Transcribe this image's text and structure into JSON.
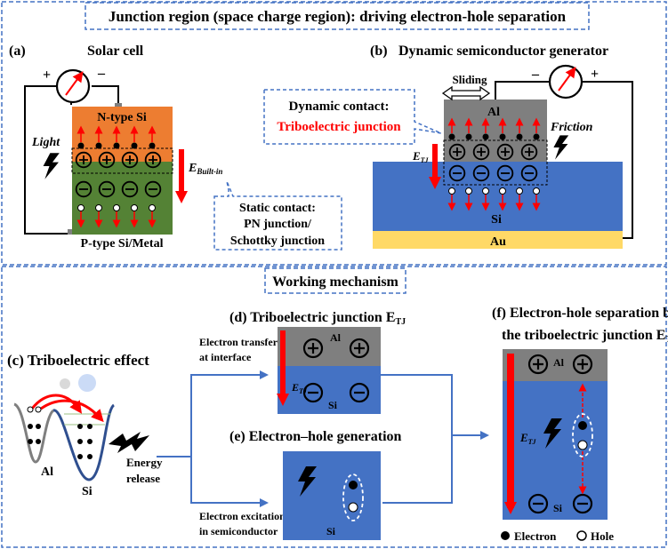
{
  "top_title": "Junction region (space charge region): driving electron-hole separation",
  "bottom_title": "Working mechanism",
  "panel_a": {
    "tag": "(a)",
    "title": "Solar cell",
    "n_layer": "N-type Si",
    "p_layer": "P-type Si/Metal",
    "light_label": "Light",
    "field_label": "E",
    "field_sub": "Built-in",
    "meter_plus": "+",
    "meter_minus": "–"
  },
  "static_callout": {
    "line1": "Static contact:",
    "line2": "PN junction/",
    "line3": "Schottky junction"
  },
  "panel_b": {
    "tag": "(b)",
    "title": "Dynamic semiconductor generator",
    "sliding_label": "Sliding",
    "al_label": "Al",
    "si_label": "Si",
    "au_label": "Au",
    "friction_label": "Friction",
    "field_label": "E",
    "field_sub": "TJ",
    "meter_plus": "+",
    "meter_minus": "–"
  },
  "dynamic_callout": {
    "line1": "Dynamic contact:",
    "line2": "Triboelectric junction"
  },
  "panel_c": {
    "title": "(c) Triboelectric effect",
    "al_label": "Al",
    "si_label": "Si",
    "energy_line1": "Energy",
    "energy_line2": "release"
  },
  "panel_d": {
    "title": "(d) Triboelectric junction E",
    "title_sub": "TJ",
    "transfer_line1": "Electron transfer",
    "transfer_line2": "at interface",
    "al_label": "Al",
    "si_label": "Si",
    "field_label": "E",
    "field_sub": "TJ"
  },
  "panel_e": {
    "title": "(e) Electron–hole  generation",
    "excite_line1": "Electron excitation",
    "excite_line2": "in semiconductor",
    "si_label": "Si"
  },
  "panel_f": {
    "title_line1": "(f) Electron-hole separation by",
    "title_line2": "the triboelectric junction E",
    "title_sub": "TJ",
    "al_label": "Al",
    "si_label": "Si",
    "field_label": "E",
    "field_sub": "TJ"
  },
  "legend": {
    "electron": "Electron",
    "hole": "Hole"
  },
  "colors": {
    "n_type": "#ED7D31",
    "p_type": "#548235",
    "al_gray": "#7F7F7F",
    "si_blue": "#4472C4",
    "au_yellow": "#FFD966",
    "arrow_red": "#FF0000",
    "box_blue": "#4472C4"
  }
}
